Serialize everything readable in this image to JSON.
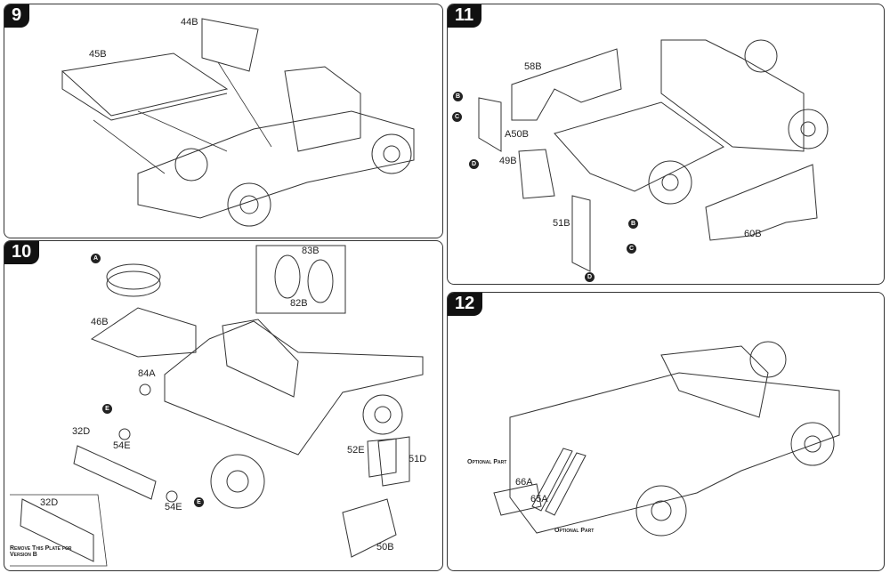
{
  "steps": {
    "s9": {
      "number": "9",
      "labels": [
        "44B",
        "45B"
      ]
    },
    "s10": {
      "number": "10",
      "labels": [
        "83B",
        "82B",
        "46B",
        "84A",
        "32D",
        "54E",
        "54E",
        "52E",
        "51D",
        "50B",
        "32D"
      ],
      "callouts": [
        "A",
        "E",
        "E"
      ],
      "note": "Remove This Plate for Version B"
    },
    "s11": {
      "number": "11",
      "labels": [
        "58B",
        "A50B",
        "49B",
        "51B",
        "60B"
      ],
      "callouts": [
        "B",
        "C",
        "D",
        "B",
        "C",
        "D"
      ]
    },
    "s12": {
      "number": "12",
      "labels": [
        "66A",
        "65A"
      ],
      "notes": [
        "Optional Part",
        "Optional Part"
      ]
    }
  }
}
